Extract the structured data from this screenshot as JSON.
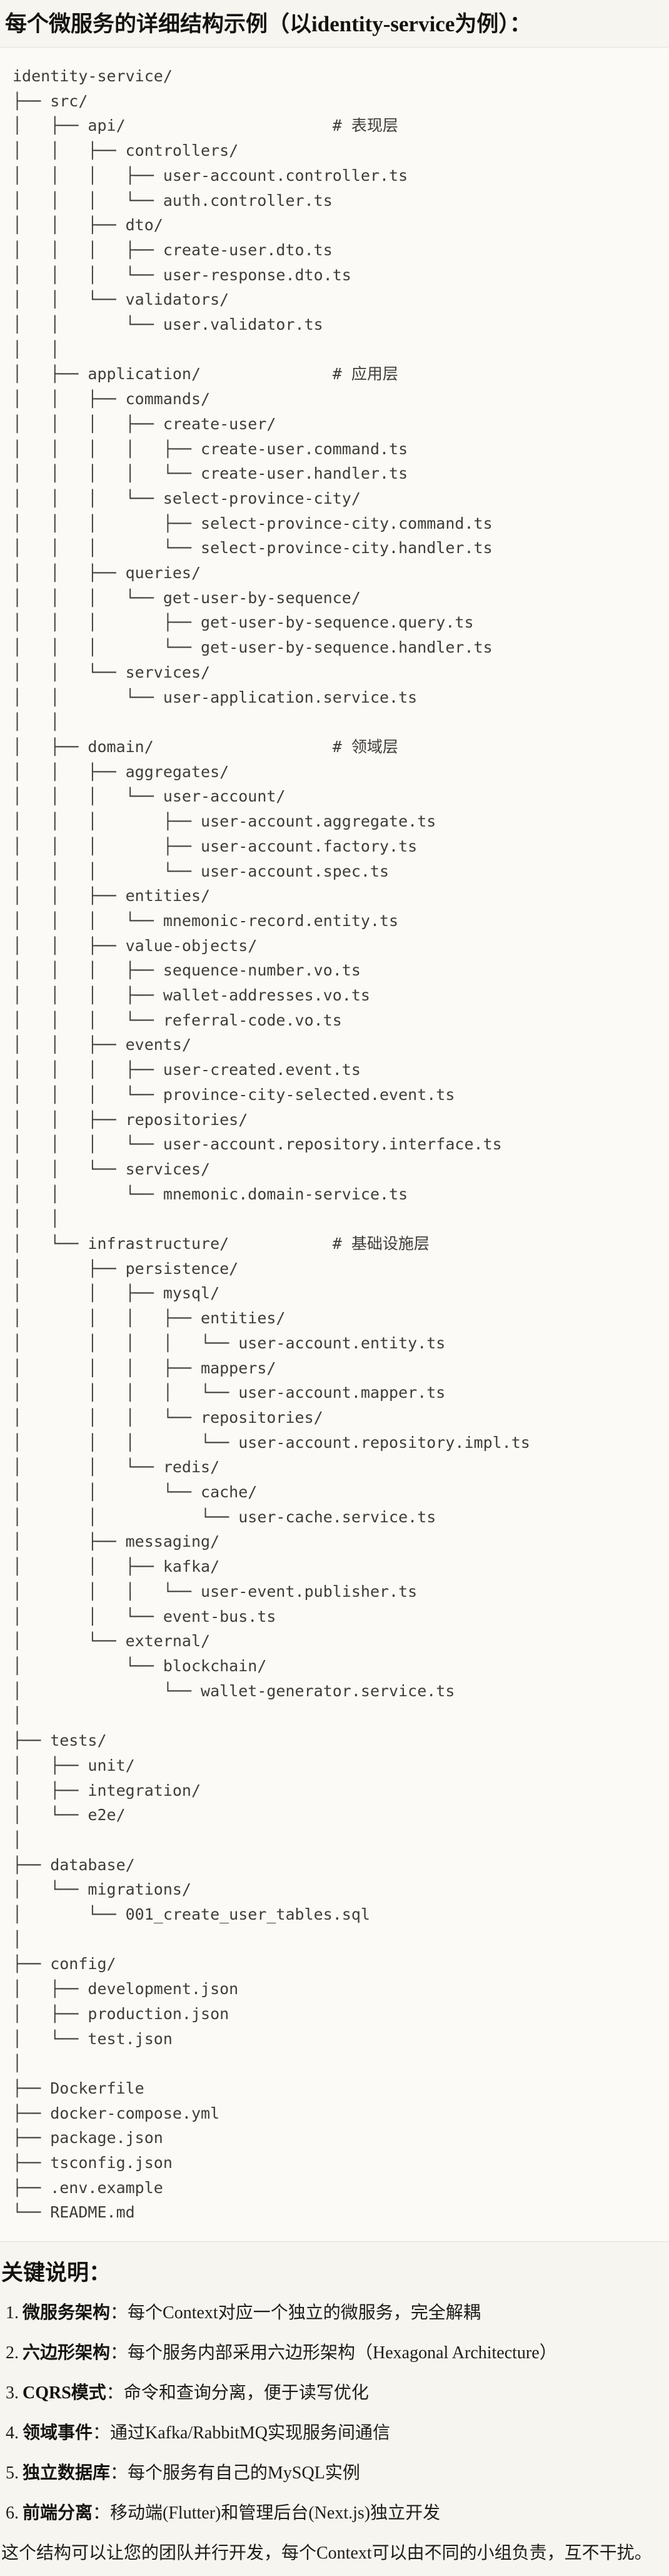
{
  "title": "每个微服务的详细结构示例（以identity-service为例）：",
  "colors": {
    "page_bg": "#F7F5F0",
    "code_block_bg": "#FBFAF6",
    "hairline": "#E4E2DB",
    "code_text": "#3E3D38",
    "heading_text": "#14130F"
  },
  "tree": {
    "root": "identity-service/",
    "layer_comments": [
      "# 表现层",
      "# 应用层",
      "# 领域层",
      "# 基础设施层"
    ],
    "lines": [
      "identity-service/",
      "├── src/",
      "│   ├── api/                      # 表现层",
      "│   │   ├── controllers/",
      "│   │   │   ├── user-account.controller.ts",
      "│   │   │   └── auth.controller.ts",
      "│   │   ├── dto/",
      "│   │   │   ├── create-user.dto.ts",
      "│   │   │   └── user-response.dto.ts",
      "│   │   └── validators/",
      "│   │       └── user.validator.ts",
      "│   │",
      "│   ├── application/              # 应用层",
      "│   │   ├── commands/",
      "│   │   │   ├── create-user/",
      "│   │   │   │   ├── create-user.command.ts",
      "│   │   │   │   └── create-user.handler.ts",
      "│   │   │   └── select-province-city/",
      "│   │   │       ├── select-province-city.command.ts",
      "│   │   │       └── select-province-city.handler.ts",
      "│   │   ├── queries/",
      "│   │   │   └── get-user-by-sequence/",
      "│   │   │       ├── get-user-by-sequence.query.ts",
      "│   │   │       └── get-user-by-sequence.handler.ts",
      "│   │   └── services/",
      "│   │       └── user-application.service.ts",
      "│   │",
      "│   ├── domain/                   # 领域层",
      "│   │   ├── aggregates/",
      "│   │   │   └── user-account/",
      "│   │   │       ├── user-account.aggregate.ts",
      "│   │   │       ├── user-account.factory.ts",
      "│   │   │       └── user-account.spec.ts",
      "│   │   ├── entities/",
      "│   │   │   └── mnemonic-record.entity.ts",
      "│   │   ├── value-objects/",
      "│   │   │   ├── sequence-number.vo.ts",
      "│   │   │   ├── wallet-addresses.vo.ts",
      "│   │   │   └── referral-code.vo.ts",
      "│   │   ├── events/",
      "│   │   │   ├── user-created.event.ts",
      "│   │   │   └── province-city-selected.event.ts",
      "│   │   ├── repositories/",
      "│   │   │   └── user-account.repository.interface.ts",
      "│   │   └── services/",
      "│   │       └── mnemonic.domain-service.ts",
      "│   │",
      "│   └── infrastructure/           # 基础设施层",
      "│       ├── persistence/",
      "│       │   ├── mysql/",
      "│       │   │   ├── entities/",
      "│       │   │   │   └── user-account.entity.ts",
      "│       │   │   ├── mappers/",
      "│       │   │   │   └── user-account.mapper.ts",
      "│       │   │   └── repositories/",
      "│       │   │       └── user-account.repository.impl.ts",
      "│       │   └── redis/",
      "│       │       └── cache/",
      "│       │           └── user-cache.service.ts",
      "│       ├── messaging/",
      "│       │   ├── kafka/",
      "│       │   │   └── user-event.publisher.ts",
      "│       │   └── event-bus.ts",
      "│       └── external/",
      "│           └── blockchain/",
      "│               └── wallet-generator.service.ts",
      "│",
      "├── tests/",
      "│   ├── unit/",
      "│   ├── integration/",
      "│   └── e2e/",
      "│",
      "├── database/",
      "│   └── migrations/",
      "│       └── 001_create_user_tables.sql",
      "│",
      "├── config/",
      "│   ├── development.json",
      "│   ├── production.json",
      "│   └── test.json",
      "│",
      "├── Dockerfile",
      "├── docker-compose.yml",
      "├── package.json",
      "├── tsconfig.json",
      "├── .env.example",
      "└── README.md"
    ]
  },
  "notes": {
    "heading": "关键说明：",
    "items": [
      {
        "num": "1.",
        "label": "微服务架构",
        "sep": "：",
        "text": "每个Context对应一个独立的微服务，完全解耦"
      },
      {
        "num": "2.",
        "label": "六边形架构",
        "sep": "：",
        "text": "每个服务内部采用六边形架构（Hexagonal Architecture）"
      },
      {
        "num": "3.",
        "label": "CQRS模式",
        "sep": "：",
        "text": "命令和查询分离，便于读写优化"
      },
      {
        "num": "4.",
        "label": "领域事件",
        "sep": "：",
        "text": "通过Kafka/RabbitMQ实现服务间通信"
      },
      {
        "num": "5.",
        "label": "独立数据库",
        "sep": "：",
        "text": "每个服务有自己的MySQL实例"
      },
      {
        "num": "6.",
        "label": "前端分离",
        "sep": "：",
        "text": "移动端(Flutter)和管理后台(Next.js)独立开发"
      }
    ],
    "footer": "这个结构可以让您的团队并行开发，每个Context可以由不同的小组负责，互不干扰。"
  }
}
